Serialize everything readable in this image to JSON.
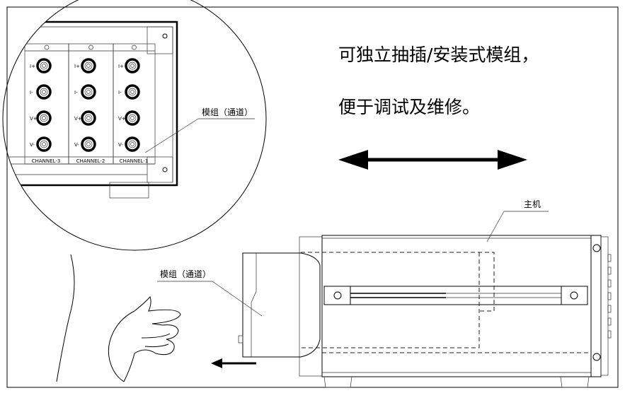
{
  "headline": {
    "line1": "可独立抽插/安装式模组，",
    "line2": "便于调试及维修。"
  },
  "labels": {
    "module_detail": "模组（通道）",
    "module_side": "模组（通道）",
    "host": "主机"
  },
  "channels": [
    "CHANNEL-3",
    "CHANNEL-2",
    "CHANNEL-1"
  ],
  "jack_labels": [
    "I+",
    "I-",
    "V+",
    "V-"
  ]
}
